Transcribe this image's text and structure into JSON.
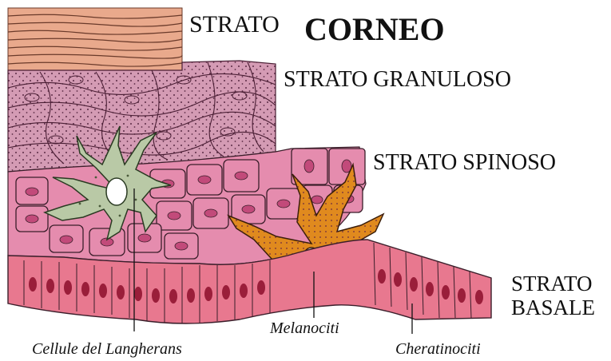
{
  "labels": {
    "strato_corneo_prefix": "STRATO",
    "strato_corneo_overlay": "CORNEO",
    "strato_granuloso": "STRATO GRANULOSO",
    "strato_spinoso": "STRATO SPINOSO",
    "strato_basale_line1": "STRATO",
    "strato_basale_line2": "BASALE",
    "langherans": "Cellule del Langherans",
    "melanociti": "Melanociti",
    "cheratinociti": "Cheratinociti"
  },
  "colors": {
    "corneo": "#e9a98c",
    "granuloso": "#d49bb4",
    "spinoso": "#e58cae",
    "basale": "#e8788f",
    "langherans_cell": "#b9c9a6",
    "melanocyte": "#e08a1e",
    "outline": "#3a1e2a"
  }
}
